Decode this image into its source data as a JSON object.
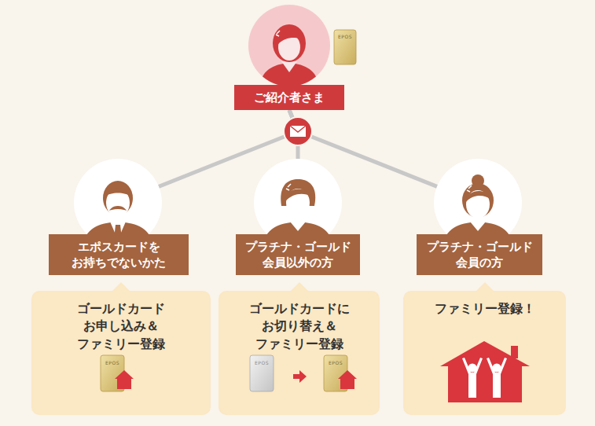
{
  "diagram": {
    "nodes": [
      {
        "text": [
          "ご紹介者さま"
        ]
      },
      {
        "text": [
          "エポスカードを お持ちでないかた"
        ]
      },
      {
        "text": [
          "ゴールドカード お申し込み＆ ファミリー登録"
        ]
      },
      {
        "text": [
          "プラチナ・ゴールド 会員以外の方"
        ]
      },
      {
        "text": [
          "ゴールドカードに お切り替え＆ ファミリー登録"
        ]
      },
      {
        "text": [
          "プラチナ・ゴールド 会員の方"
        ]
      },
      {
        "text": [
          "ファミリー登録！"
        ]
      }
    ],
    "edges": [
      {
        "from": 0,
        "to": 1,
        "arrow": "none"
      },
      {
        "from": 0,
        "to": 3,
        "arrow": "none"
      },
      {
        "from": 0,
        "to": 5,
        "arrow": "none"
      }
    ],
    "labels": [
      "EPOS",
      "EPOS",
      "EPOS",
      "EPOS"
    ]
  }
}
